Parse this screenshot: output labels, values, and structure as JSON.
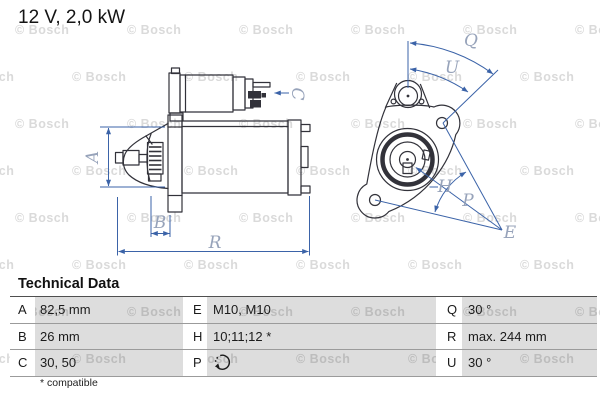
{
  "header": {
    "title": "12 V, 2,0 kW"
  },
  "watermark": {
    "text": "© Bosch"
  },
  "colors": {
    "dimension_blue": "#3b63a8",
    "label_gray_blue": "#97a3ba",
    "drawing_dark": "#32323a",
    "table_value_gray": "#dbdbdb",
    "watermark_gray": "#dadada"
  },
  "diagram": {
    "labels": {
      "A": "A",
      "B": "B",
      "C": "C",
      "R": "R",
      "Q": "Q",
      "U": "U",
      "H": "H",
      "P": "P",
      "E": "E"
    }
  },
  "table": {
    "heading": "Technical Data",
    "footnote": "* compatible",
    "rows": [
      {
        "cells": [
          {
            "k": "A",
            "v": "82,5 mm"
          },
          {
            "k": "E",
            "v": "M10, M10"
          },
          {
            "k": "Q",
            "v": "30 °"
          }
        ]
      },
      {
        "cells": [
          {
            "k": "B",
            "v": "26 mm"
          },
          {
            "k": "H",
            "v": "10;11;12 *"
          },
          {
            "k": "R",
            "v": "max. 244 mm"
          }
        ]
      },
      {
        "cells": [
          {
            "k": "C",
            "v": "30, 50"
          },
          {
            "k": "P",
            "v": "",
            "icon": "rotation-ccw-icon"
          },
          {
            "k": "U",
            "v": "30 °"
          }
        ]
      }
    ]
  }
}
